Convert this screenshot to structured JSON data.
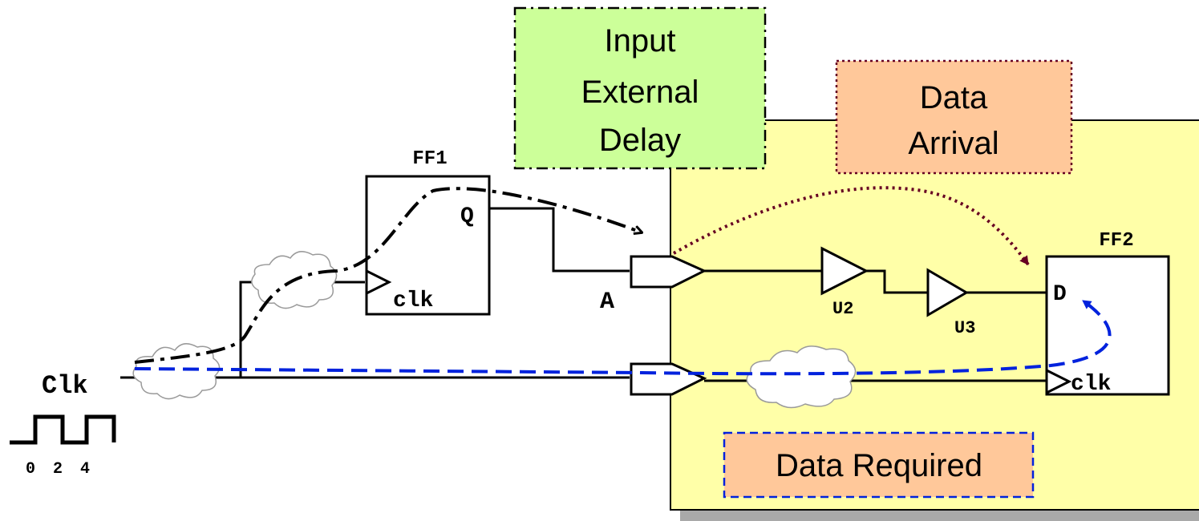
{
  "labels": {
    "ff1_name": "FF1",
    "ff1_q": "Q",
    "ff1_clk": "clk",
    "ff2_name": "FF2",
    "ff2_d": "D",
    "ff2_clk": "clk",
    "net_a": "A",
    "clk_port": "Clk",
    "u2": "U2",
    "u3": "U3",
    "wave_ticks": [
      "0",
      "2",
      "4"
    ]
  },
  "callouts": {
    "input_external_delay": [
      "Input",
      "External",
      "Delay"
    ],
    "data_arrival": [
      "Data",
      "Arrival"
    ],
    "data_required": "Data Required"
  },
  "colors": {
    "chip_fill": "#ffffa8",
    "shadow": "#a9a9a9",
    "input_delay_fill": "#ccff99",
    "callout_fill": "#ffc89a",
    "arrival_path": "#660022",
    "required_path": "#0022dd",
    "launch_path": "#000000"
  },
  "icons": {
    "clock_waveform": "square-wave-icon",
    "buffers": "buffer-triangle-icon",
    "clock_skew": "cloud-icon"
  }
}
